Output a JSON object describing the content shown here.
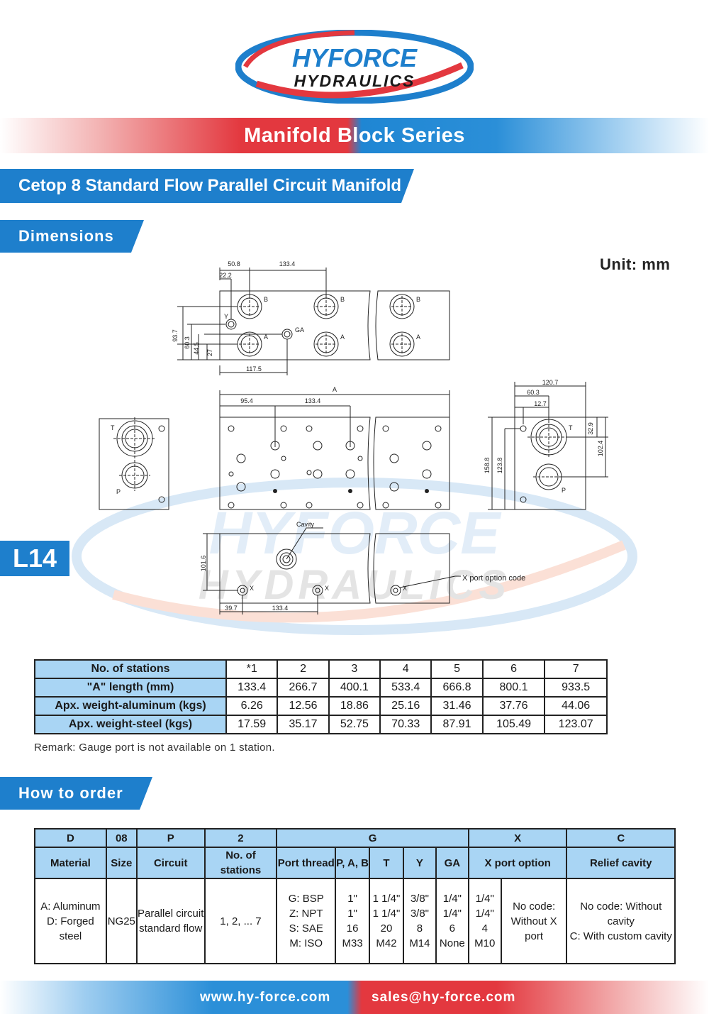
{
  "brand": {
    "line1": "HYFORCE",
    "line2": "HYDRAULICS",
    "color_red": "#e3383f",
    "color_blue": "#1e7fcc"
  },
  "series_title": "Manifold Block Series",
  "product_title": "Cetop 8 Standard Flow Parallel Circuit Manifold",
  "dimensions_heading": "Dimensions",
  "unit_label": "Unit: mm",
  "model_code": "L14",
  "drawing": {
    "top_view": {
      "dims": [
        "50.8",
        "133.4",
        "22.2",
        "93.7",
        "60.3",
        "44.5",
        "27",
        "117.5"
      ],
      "ports": [
        "B",
        "A",
        "Y",
        "GA"
      ]
    },
    "front_view": {
      "dims": [
        "A",
        "95.4",
        "133.4"
      ]
    },
    "left_view": {
      "ports": [
        "T",
        "P"
      ]
    },
    "right_view": {
      "dims": [
        "120.7",
        "60.3",
        "12.7",
        "32.9",
        "102.4",
        "158.8",
        "123.8"
      ],
      "ports": [
        "T",
        "P"
      ]
    },
    "bottom_view": {
      "dims": [
        "101.6",
        "39.7",
        "133.4"
      ],
      "cavity_label": "Cavity",
      "x_port": "X",
      "x_option_note": "X port option code"
    }
  },
  "dim_table": {
    "rows": [
      {
        "label": "No. of stations",
        "values": [
          "*1",
          "2",
          "3",
          "4",
          "5",
          "6",
          "7"
        ]
      },
      {
        "label": "\"A\" length (mm)",
        "values": [
          "133.4",
          "266.7",
          "400.1",
          "533.4",
          "666.8",
          "800.1",
          "933.5"
        ]
      },
      {
        "label": "Apx. weight-aluminum (kgs)",
        "values": [
          "6.26",
          "12.56",
          "18.86",
          "25.16",
          "31.46",
          "37.76",
          "44.06"
        ]
      },
      {
        "label": "Apx. weight-steel (kgs)",
        "values": [
          "17.59",
          "35.17",
          "52.75",
          "70.33",
          "87.91",
          "105.49",
          "123.07"
        ]
      }
    ]
  },
  "remark": "Remark: Gauge port is not available on 1 station.",
  "order_heading": "How to order",
  "order_table": {
    "codes": [
      "D",
      "08",
      "P",
      "2",
      "G",
      "X",
      "C"
    ],
    "headers": [
      "Material",
      "Size",
      "Circuit",
      "No. of stations",
      "Port thread",
      "P, A, B",
      "T",
      "Y",
      "GA",
      "X port option",
      "Relief cavity"
    ],
    "material": [
      "A: Aluminum",
      "D: Forged steel"
    ],
    "size": "NG25",
    "circuit": [
      "Parallel circuit",
      "standard flow"
    ],
    "stations": "1, 2, ... 7",
    "port_thread": [
      "G: BSP",
      "Z: NPT",
      "S: SAE",
      "M: ISO"
    ],
    "pab": [
      "1\"",
      "1\"",
      "16",
      "M33"
    ],
    "t": [
      "1 1/4\"",
      "1 1/4\"",
      "20",
      "M42"
    ],
    "y": [
      "3/8\"",
      "3/8\"",
      "8",
      "M14"
    ],
    "ga": [
      "1/4\"",
      "1/4\"",
      "6",
      "None"
    ],
    "x": [
      "1/4\"",
      "1/4\"",
      "4",
      "M10"
    ],
    "x_option": [
      "No code:",
      "Without X port"
    ],
    "relief": [
      "No code: Without cavity",
      "C: With custom cavity"
    ]
  },
  "footer": {
    "website": "www.hy-force.com",
    "email": "sales@hy-force.com"
  }
}
